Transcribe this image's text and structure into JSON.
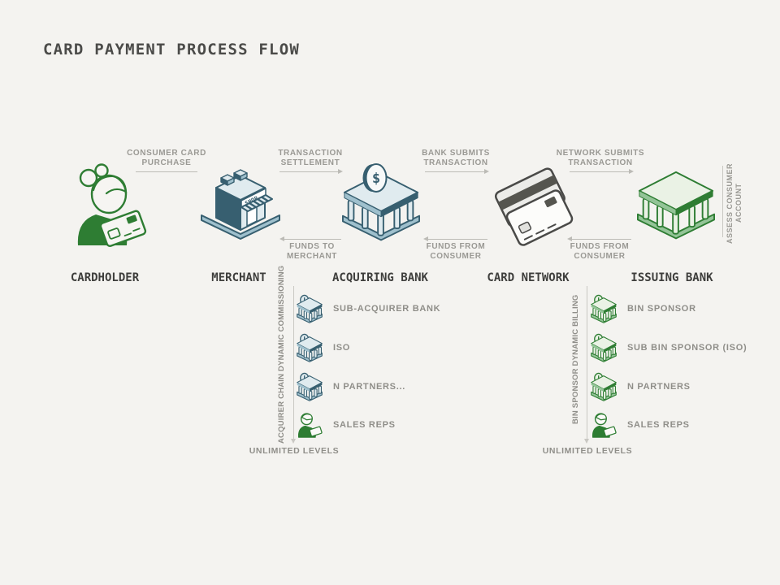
{
  "title": "CARD PAYMENT PROCESS FLOW",
  "flow": {
    "entities": [
      {
        "id": "cardholder",
        "label": "CARDHOLDER"
      },
      {
        "id": "merchant",
        "label": "MERCHANT"
      },
      {
        "id": "acquiring-bank",
        "label": "ACQUIRING BANK"
      },
      {
        "id": "card-network",
        "label": "CARD NETWORK"
      },
      {
        "id": "issuing-bank",
        "label": "ISSUING BANK"
      }
    ],
    "forward_arrows": [
      "CONSUMER CARD PURCHASE",
      "TRANSACTION SETTLEMENT",
      "BANK SUBMITS TRANSACTION",
      "NETWORK SUBMITS TRANSACTION"
    ],
    "return_arrows": [
      "FUNDS TO MERCHANT",
      "FUNDS FROM CONSUMER",
      "FUNDS FROM CONSUMER"
    ],
    "side_note": "ASSESS CONSUMER ACCOUNT"
  },
  "chains": [
    {
      "id": "acquirer-chain",
      "vertical_label": "ACQUIRER CHAIN DYNAMIC COMMISSIONING",
      "items": [
        {
          "label": "SUB-ACQUIRER BANK",
          "icon": "bank-icon"
        },
        {
          "label": "ISO",
          "icon": "bank-icon"
        },
        {
          "label": "N PARTNERS...",
          "icon": "bank-icon"
        },
        {
          "label": "SALES REPS",
          "icon": "salesperson-icon"
        }
      ],
      "footer": "UNLIMITED LEVELS"
    },
    {
      "id": "bin-sponsor-chain",
      "vertical_label": "BIN SPONSOR DYNAMIC BILLING",
      "items": [
        {
          "label": "BIN SPONSOR",
          "icon": "bank-icon"
        },
        {
          "label": "SUB BIN SPONSOR (ISO)",
          "icon": "bank-icon"
        },
        {
          "label": "N PARTNERS",
          "icon": "bank-icon"
        },
        {
          "label": "SALES REPS",
          "icon": "salesperson-icon"
        }
      ],
      "footer": "UNLIMITED LEVELS"
    }
  ],
  "colors": {
    "bg": "#f4f3f0",
    "title_text": "#4b4b49",
    "entity_text": "#3e3e3c",
    "label_text": "#9a9994",
    "chain_text": "#8f8e89",
    "arrow": "#bcbbb6",
    "line": "#c9c8c3",
    "blue_dark": "#375f70",
    "blue_mid": "#9fc0cd",
    "blue_light": "#e0ebef",
    "green_dark": "#2e7d33",
    "green_mid": "#93c497",
    "green_light": "#eaf2e5",
    "card_dark": "#4a4a48",
    "card_mid": "#55554f",
    "card_light": "#ecece9"
  }
}
